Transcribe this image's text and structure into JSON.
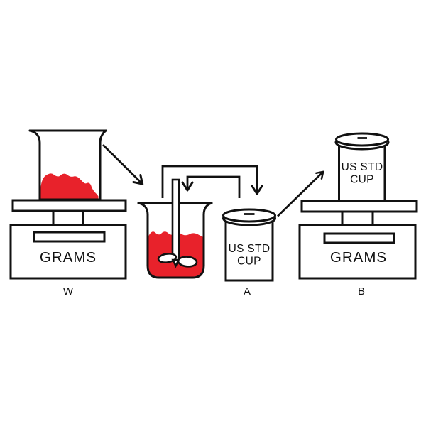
{
  "colors": {
    "outline": "#111111",
    "substance_red": "#e8222b",
    "background": "#ffffff"
  },
  "diagram": {
    "station_w": {
      "scale_display": "GRAMS",
      "caption": "W"
    },
    "station_a": {
      "cup_line1": "US STD",
      "cup_line2": "CUP",
      "caption": "A"
    },
    "station_b": {
      "cup_line1": "US STD",
      "cup_line2": "CUP",
      "scale_display": "GRAMS",
      "caption": "B"
    }
  }
}
